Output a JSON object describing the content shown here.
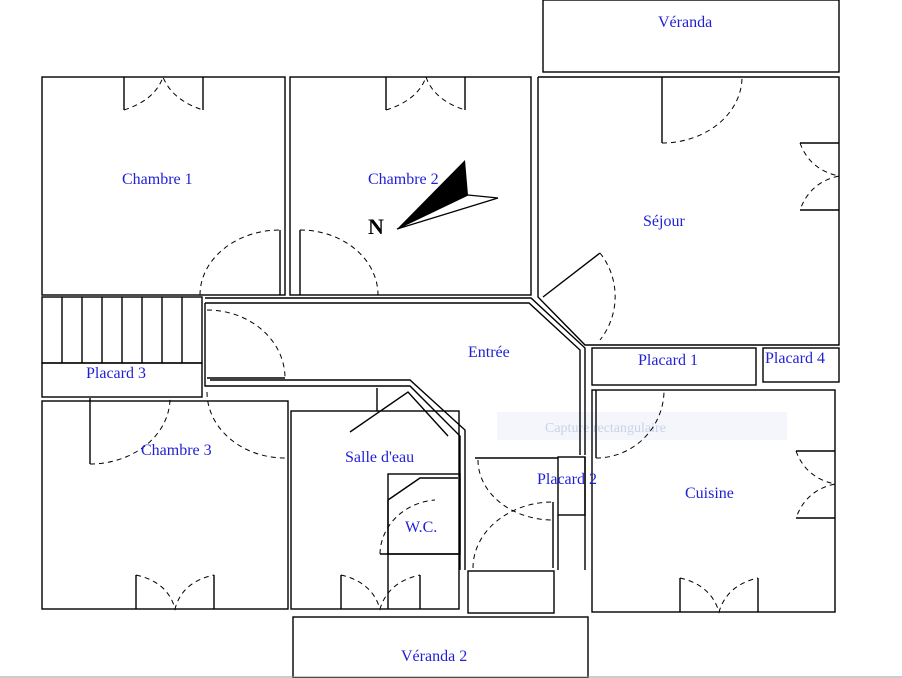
{
  "rooms": {
    "veranda": "Véranda",
    "chambre1": "Chambre 1",
    "chambre2": "Chambre 2",
    "sejour": "Séjour",
    "entree": "Entrée",
    "placard1": "Placard 1",
    "placard4": "Placard 4",
    "placard3": "Placard 3",
    "chambre3": "Chambre 3",
    "salle_eau": "Salle d'eau",
    "placard2": "Placard 2",
    "cuisine": "Cuisine",
    "wc": "W.C.",
    "veranda2": "Véranda 2"
  },
  "compass": {
    "label": "N"
  },
  "overlay": {
    "text": "Capture rectangulaire"
  },
  "colors": {
    "label": "#1f1fd6",
    "wall": "#000000"
  }
}
